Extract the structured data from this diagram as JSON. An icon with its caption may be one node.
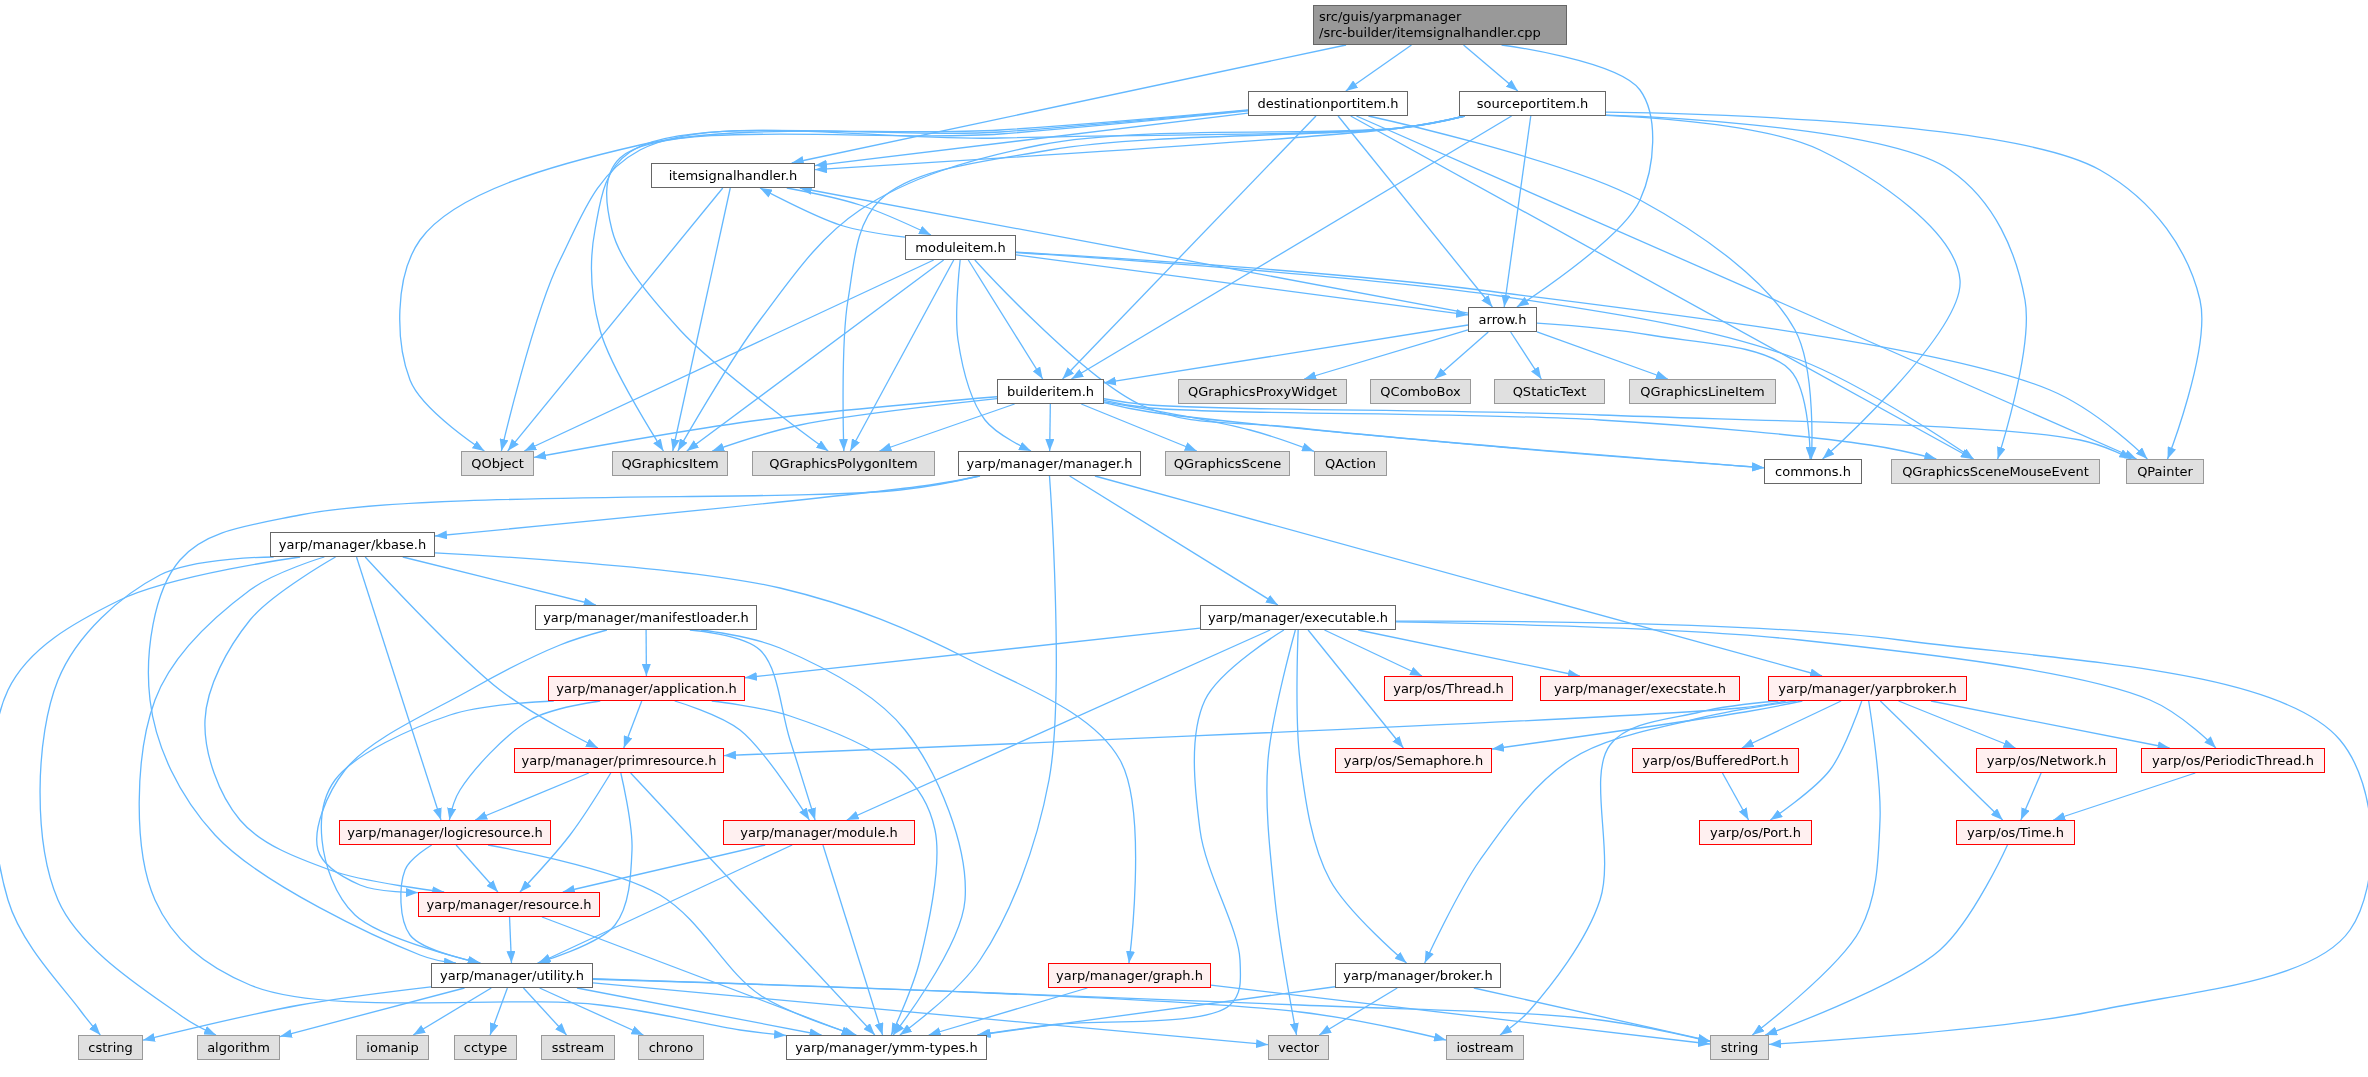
{
  "diagram": {
    "nodes": [
      {
        "text": [
          "src/guis/yarpmanager /src-builder/itemsignalhandler.cpp"
        ]
      },
      {
        "text": [
          "destinationportitem.h"
        ]
      },
      {
        "text": [
          "sourceportitem.h"
        ]
      },
      {
        "text": [
          "itemsignalhandler.h"
        ]
      },
      {
        "text": [
          "moduleitem.h"
        ]
      },
      {
        "text": [
          "arrow.h"
        ]
      },
      {
        "text": [
          "builderitem.h"
        ]
      },
      {
        "text": [
          "QGraphicsProxyWidget"
        ]
      },
      {
        "text": [
          "QComboBox"
        ]
      },
      {
        "text": [
          "QStaticText"
        ]
      },
      {
        "text": [
          "QGraphicsLineItem"
        ]
      },
      {
        "text": [
          "QObject"
        ]
      },
      {
        "text": [
          "QGraphicsItem"
        ]
      },
      {
        "text": [
          "QGraphicsPolygonItem"
        ]
      },
      {
        "text": [
          "yarp/manager/manager.h"
        ]
      },
      {
        "text": [
          "QGraphicsScene"
        ]
      },
      {
        "text": [
          "QAction"
        ]
      },
      {
        "text": [
          "commons.h"
        ]
      },
      {
        "text": [
          "QGraphicsSceneMouseEvent"
        ]
      },
      {
        "text": [
          "QPainter"
        ]
      },
      {
        "text": [
          "yarp/manager/kbase.h"
        ]
      },
      {
        "text": [
          "yarp/manager/manifestloader.h"
        ]
      },
      {
        "text": [
          "yarp/manager/executable.h"
        ]
      },
      {
        "text": [
          "yarp/manager/application.h"
        ]
      },
      {
        "text": [
          "yarp/os/Thread.h"
        ]
      },
      {
        "text": [
          "yarp/manager/execstate.h"
        ]
      },
      {
        "text": [
          "yarp/manager/yarpbroker.h"
        ]
      },
      {
        "text": [
          "yarp/manager/primresource.h"
        ]
      },
      {
        "text": [
          "yarp/os/Semaphore.h"
        ]
      },
      {
        "text": [
          "yarp/os/BufferedPort.h"
        ]
      },
      {
        "text": [
          "yarp/os/Network.h"
        ]
      },
      {
        "text": [
          "yarp/os/PeriodicThread.h"
        ]
      },
      {
        "text": [
          "yarp/manager/logicresource.h"
        ]
      },
      {
        "text": [
          "yarp/manager/module.h"
        ]
      },
      {
        "text": [
          "yarp/os/Port.h"
        ]
      },
      {
        "text": [
          "yarp/os/Time.h"
        ]
      },
      {
        "text": [
          "yarp/manager/resource.h"
        ]
      },
      {
        "text": [
          "yarp/manager/utility.h"
        ]
      },
      {
        "text": [
          "yarp/manager/graph.h"
        ]
      },
      {
        "text": [
          "yarp/manager/broker.h"
        ]
      },
      {
        "text": [
          "cstring"
        ]
      },
      {
        "text": [
          "algorithm"
        ]
      },
      {
        "text": [
          "iomanip"
        ]
      },
      {
        "text": [
          "cctype"
        ]
      },
      {
        "text": [
          "sstream"
        ]
      },
      {
        "text": [
          "chrono"
        ]
      },
      {
        "text": [
          "yarp/manager/ymm-types.h"
        ]
      },
      {
        "text": [
          "vector"
        ]
      },
      {
        "text": [
          "iostream"
        ]
      },
      {
        "text": [
          "string"
        ]
      }
    ],
    "edges": [
      {
        "from": 0,
        "to": 1,
        "arrow": "to"
      },
      {
        "from": 0,
        "to": 2,
        "arrow": "to"
      },
      {
        "from": 0,
        "to": 3,
        "arrow": "to"
      },
      {
        "from": 0,
        "to": 5,
        "arrow": "to"
      },
      {
        "from": 1,
        "to": 3,
        "arrow": "to"
      },
      {
        "from": 1,
        "to": 5,
        "arrow": "to"
      },
      {
        "from": 1,
        "to": 6,
        "arrow": "to"
      },
      {
        "from": 1,
        "to": 11,
        "arrow": "to"
      },
      {
        "from": 1,
        "to": 12,
        "arrow": "to"
      },
      {
        "from": 1,
        "to": 13,
        "arrow": "to"
      },
      {
        "from": 1,
        "to": 17,
        "arrow": "to"
      },
      {
        "from": 1,
        "to": 18,
        "arrow": "to"
      },
      {
        "from": 1,
        "to": 19,
        "arrow": "to"
      },
      {
        "from": 2,
        "to": 3,
        "arrow": "to"
      },
      {
        "from": 2,
        "to": 5,
        "arrow": "to"
      },
      {
        "from": 2,
        "to": 6,
        "arrow": "to"
      },
      {
        "from": 2,
        "to": 11,
        "arrow": "to"
      },
      {
        "from": 2,
        "to": 12,
        "arrow": "to"
      },
      {
        "from": 2,
        "to": 13,
        "arrow": "to"
      },
      {
        "from": 2,
        "to": 17,
        "arrow": "to"
      },
      {
        "from": 2,
        "to": 18,
        "arrow": "to"
      },
      {
        "from": 2,
        "to": 19,
        "arrow": "to"
      },
      {
        "from": 3,
        "to": 4,
        "arrow": "to"
      },
      {
        "from": 3,
        "to": 11,
        "arrow": "to"
      },
      {
        "from": 3,
        "to": 12,
        "arrow": "to"
      },
      {
        "from": 4,
        "to": 3,
        "arrow": "to"
      },
      {
        "from": 4,
        "to": 5,
        "arrow": "to"
      },
      {
        "from": 4,
        "to": 6,
        "arrow": "to"
      },
      {
        "from": 4,
        "to": 11,
        "arrow": "to"
      },
      {
        "from": 4,
        "to": 12,
        "arrow": "to"
      },
      {
        "from": 4,
        "to": 13,
        "arrow": "to"
      },
      {
        "from": 4,
        "to": 14,
        "arrow": "to"
      },
      {
        "from": 4,
        "to": 17,
        "arrow": "to"
      },
      {
        "from": 4,
        "to": 18,
        "arrow": "to"
      },
      {
        "from": 4,
        "to": 19,
        "arrow": "to"
      },
      {
        "from": 5,
        "to": 3,
        "arrow": "to"
      },
      {
        "from": 5,
        "to": 6,
        "arrow": "to"
      },
      {
        "from": 5,
        "to": 7,
        "arrow": "to"
      },
      {
        "from": 5,
        "to": 8,
        "arrow": "to"
      },
      {
        "from": 5,
        "to": 9,
        "arrow": "to"
      },
      {
        "from": 5,
        "to": 10,
        "arrow": "to"
      },
      {
        "from": 5,
        "to": 17,
        "arrow": "to"
      },
      {
        "from": 6,
        "to": 11,
        "arrow": "to"
      },
      {
        "from": 6,
        "to": 12,
        "arrow": "to"
      },
      {
        "from": 6,
        "to": 13,
        "arrow": "to"
      },
      {
        "from": 6,
        "to": 14,
        "arrow": "to"
      },
      {
        "from": 6,
        "to": 15,
        "arrow": "to"
      },
      {
        "from": 6,
        "to": 16,
        "arrow": "to"
      },
      {
        "from": 6,
        "to": 17,
        "arrow": "to"
      },
      {
        "from": 6,
        "to": 18,
        "arrow": "to"
      },
      {
        "from": 6,
        "to": 19,
        "arrow": "to"
      },
      {
        "from": 14,
        "to": 20,
        "arrow": "to"
      },
      {
        "from": 14,
        "to": 22,
        "arrow": "to"
      },
      {
        "from": 14,
        "to": 26,
        "arrow": "to"
      },
      {
        "from": 14,
        "to": 37,
        "arrow": "to"
      },
      {
        "from": 14,
        "to": 46,
        "arrow": "to"
      },
      {
        "from": 20,
        "to": 21,
        "arrow": "to"
      },
      {
        "from": 20,
        "to": 27,
        "arrow": "to"
      },
      {
        "from": 20,
        "to": 32,
        "arrow": "to"
      },
      {
        "from": 20,
        "to": 36,
        "arrow": "to"
      },
      {
        "from": 20,
        "to": 38,
        "arrow": "to"
      },
      {
        "from": 20,
        "to": 40,
        "arrow": "to"
      },
      {
        "from": 20,
        "to": 41,
        "arrow": "to"
      },
      {
        "from": 20,
        "to": 46,
        "arrow": "to"
      },
      {
        "from": 21,
        "to": 23,
        "arrow": "to"
      },
      {
        "from": 21,
        "to": 33,
        "arrow": "to"
      },
      {
        "from": 21,
        "to": 36,
        "arrow": "to"
      },
      {
        "from": 21,
        "to": 46,
        "arrow": "to"
      },
      {
        "from": 22,
        "to": 23,
        "arrow": "to"
      },
      {
        "from": 22,
        "to": 24,
        "arrow": "to"
      },
      {
        "from": 22,
        "to": 25,
        "arrow": "to"
      },
      {
        "from": 22,
        "to": 28,
        "arrow": "to"
      },
      {
        "from": 22,
        "to": 31,
        "arrow": "to"
      },
      {
        "from": 22,
        "to": 33,
        "arrow": "to"
      },
      {
        "from": 22,
        "to": 39,
        "arrow": "to"
      },
      {
        "from": 22,
        "to": 46,
        "arrow": "to"
      },
      {
        "from": 22,
        "to": 47,
        "arrow": "to"
      },
      {
        "from": 22,
        "to": 49,
        "arrow": "to"
      },
      {
        "from": 23,
        "to": 27,
        "arrow": "to"
      },
      {
        "from": 23,
        "to": 32,
        "arrow": "to"
      },
      {
        "from": 23,
        "to": 33,
        "arrow": "to"
      },
      {
        "from": 23,
        "to": 37,
        "arrow": "to"
      },
      {
        "from": 23,
        "to": 46,
        "arrow": "to"
      },
      {
        "from": 26,
        "to": 27,
        "arrow": "to"
      },
      {
        "from": 26,
        "to": 28,
        "arrow": "to"
      },
      {
        "from": 26,
        "to": 29,
        "arrow": "to"
      },
      {
        "from": 26,
        "to": 30,
        "arrow": "to"
      },
      {
        "from": 26,
        "to": 31,
        "arrow": "to"
      },
      {
        "from": 26,
        "to": 34,
        "arrow": "to"
      },
      {
        "from": 26,
        "to": 35,
        "arrow": "to"
      },
      {
        "from": 26,
        "to": 39,
        "arrow": "to"
      },
      {
        "from": 26,
        "to": 48,
        "arrow": "to"
      },
      {
        "from": 26,
        "to": 49,
        "arrow": "to"
      },
      {
        "from": 27,
        "to": 32,
        "arrow": "to"
      },
      {
        "from": 27,
        "to": 36,
        "arrow": "to"
      },
      {
        "from": 27,
        "to": 37,
        "arrow": "to"
      },
      {
        "from": 27,
        "to": 46,
        "arrow": "to"
      },
      {
        "from": 29,
        "to": 34,
        "arrow": "to"
      },
      {
        "from": 30,
        "to": 35,
        "arrow": "to"
      },
      {
        "from": 31,
        "to": 35,
        "arrow": "to"
      },
      {
        "from": 32,
        "to": 36,
        "arrow": "to"
      },
      {
        "from": 32,
        "to": 37,
        "arrow": "to"
      },
      {
        "from": 32,
        "to": 46,
        "arrow": "to"
      },
      {
        "from": 33,
        "to": 36,
        "arrow": "to"
      },
      {
        "from": 33,
        "to": 37,
        "arrow": "to"
      },
      {
        "from": 33,
        "to": 46,
        "arrow": "to"
      },
      {
        "from": 35,
        "to": 49,
        "arrow": "to"
      },
      {
        "from": 36,
        "to": 37,
        "arrow": "to"
      },
      {
        "from": 36,
        "to": 46,
        "arrow": "to"
      },
      {
        "from": 37,
        "to": 40,
        "arrow": "to"
      },
      {
        "from": 37,
        "to": 41,
        "arrow": "to"
      },
      {
        "from": 37,
        "to": 42,
        "arrow": "to"
      },
      {
        "from": 37,
        "to": 43,
        "arrow": "to"
      },
      {
        "from": 37,
        "to": 44,
        "arrow": "to"
      },
      {
        "from": 37,
        "to": 45,
        "arrow": "to"
      },
      {
        "from": 37,
        "to": 46,
        "arrow": "to"
      },
      {
        "from": 37,
        "to": 47,
        "arrow": "to"
      },
      {
        "from": 37,
        "to": 48,
        "arrow": "to"
      },
      {
        "from": 37,
        "to": 49,
        "arrow": "to"
      },
      {
        "from": 38,
        "to": 46,
        "arrow": "to"
      },
      {
        "from": 38,
        "to": 49,
        "arrow": "to"
      },
      {
        "from": 39,
        "to": 46,
        "arrow": "to"
      },
      {
        "from": 39,
        "to": 47,
        "arrow": "to"
      },
      {
        "from": 39,
        "to": 49,
        "arrow": "to"
      }
    ]
  }
}
